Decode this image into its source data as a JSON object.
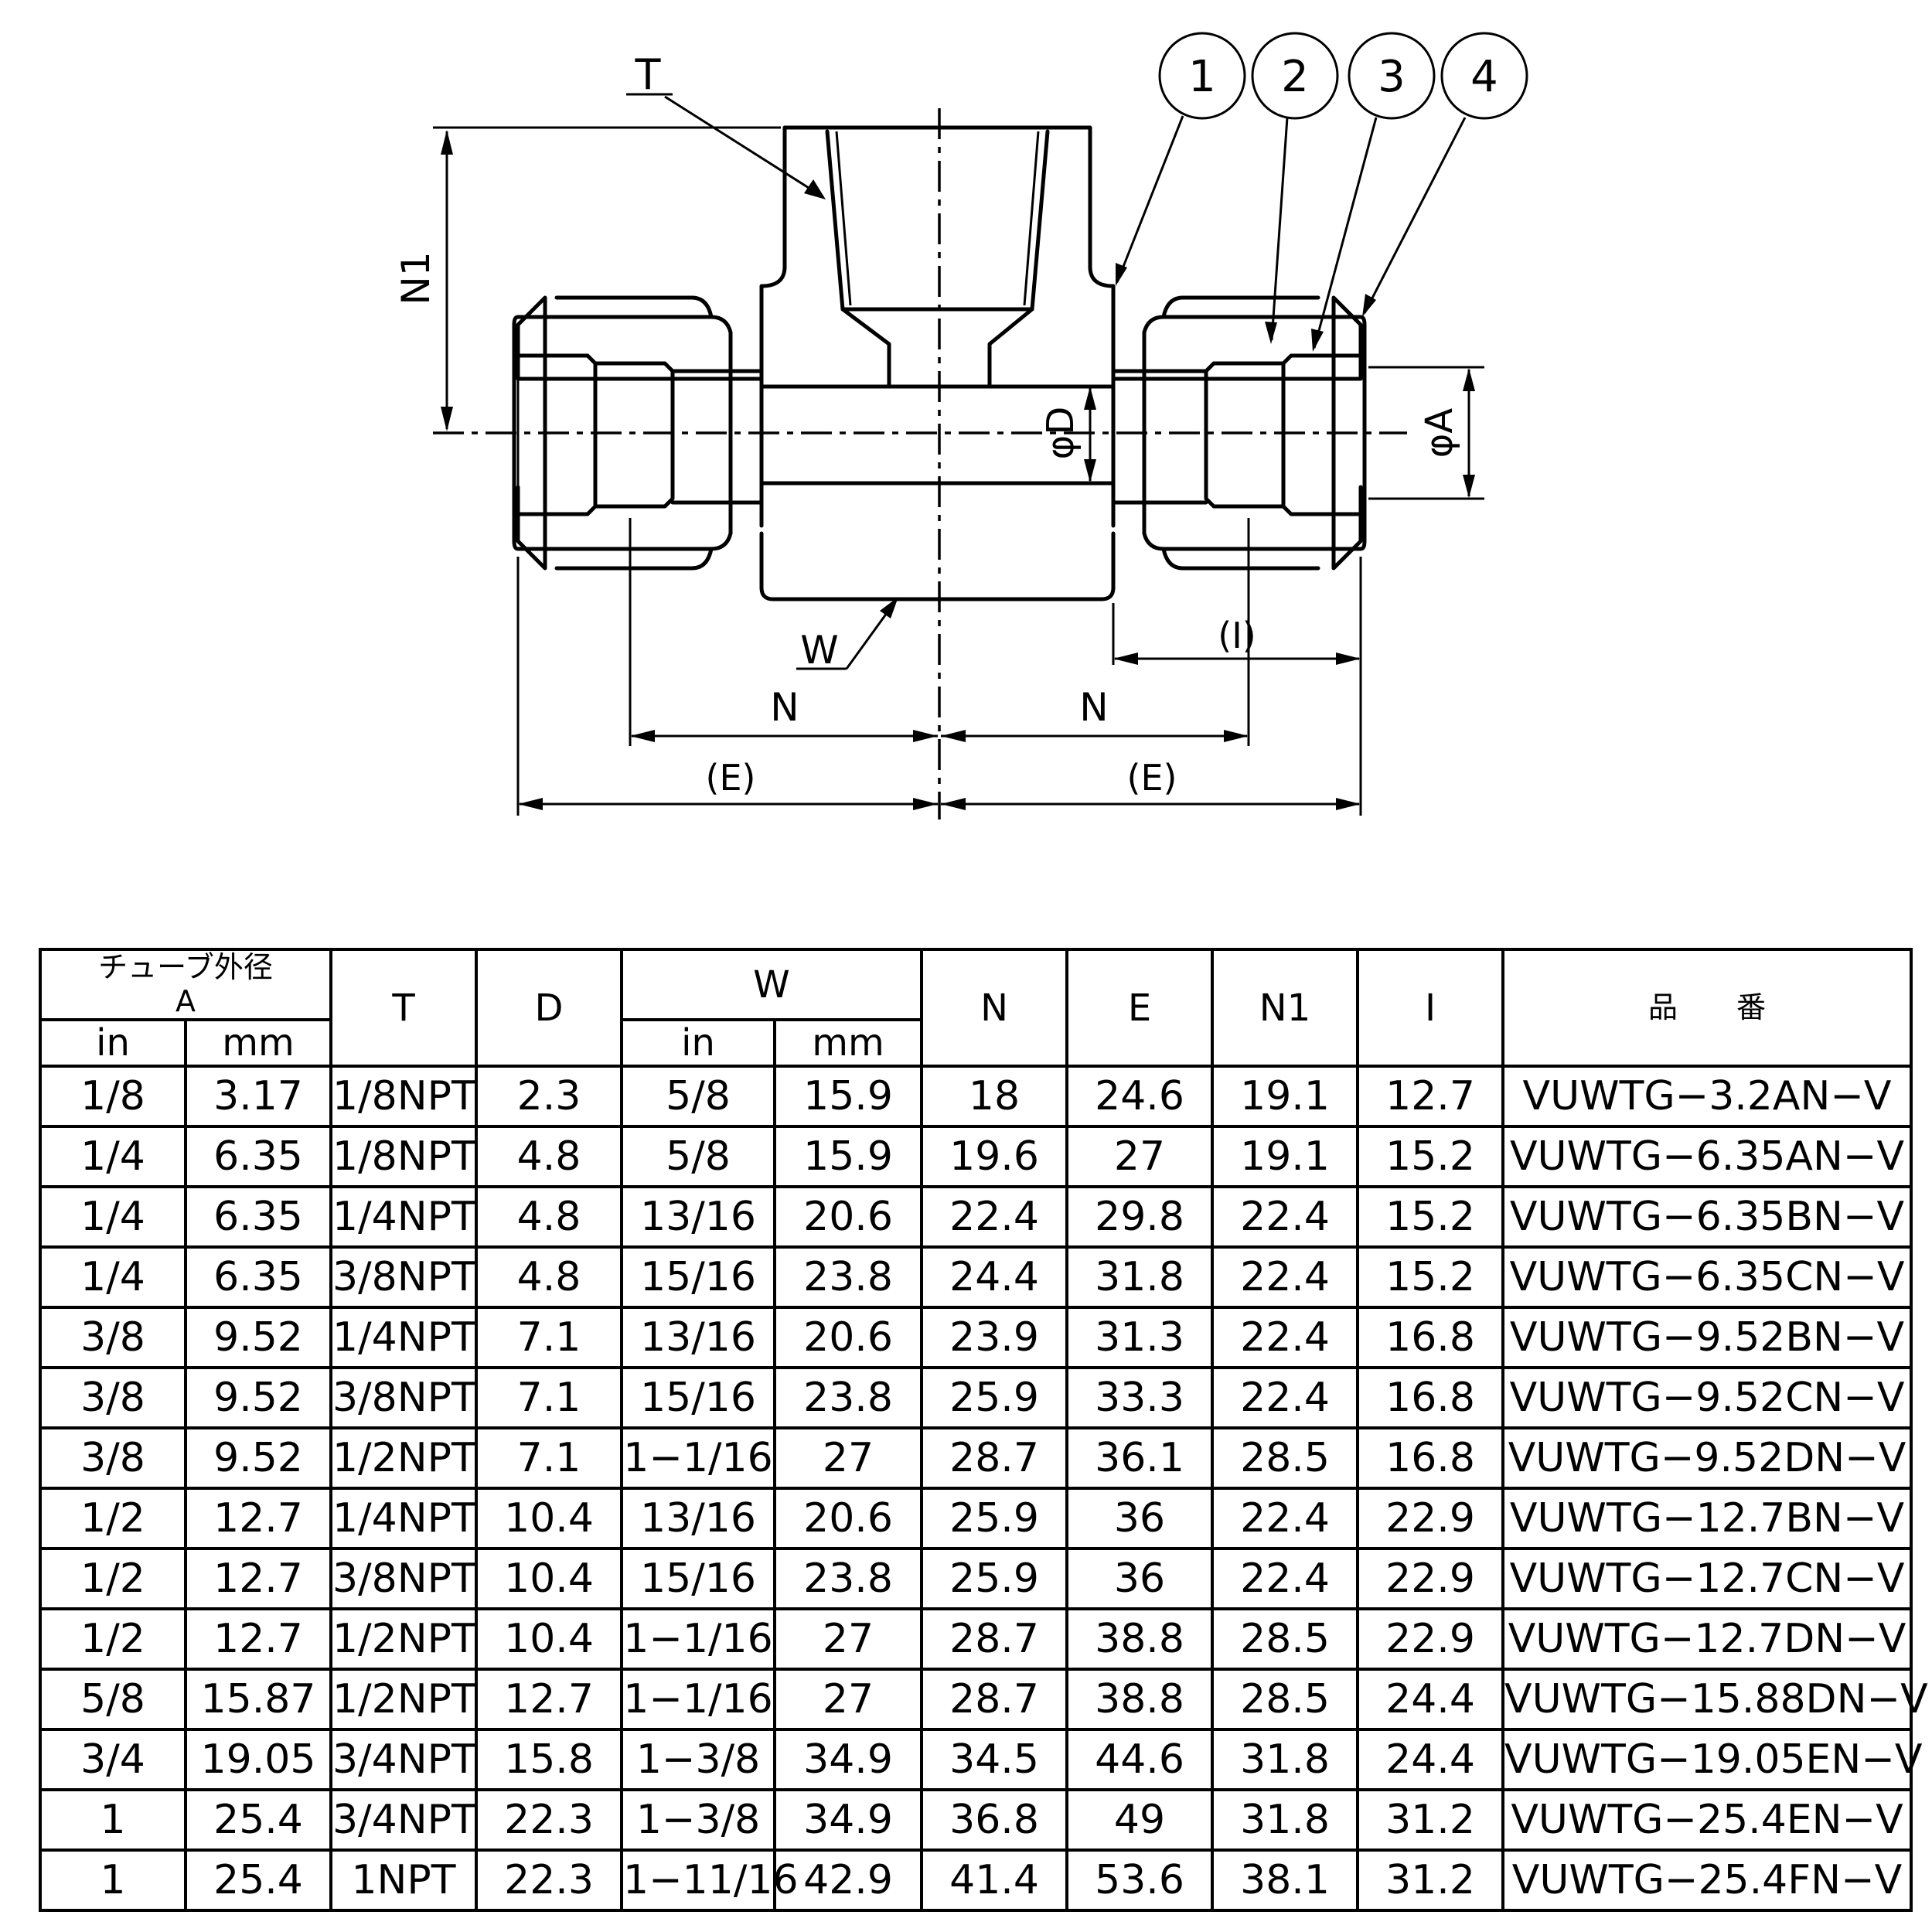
{
  "drawing": {
    "labels": {
      "t": "T",
      "n1": "N1",
      "phi_d": "φD",
      "phi_a": "φA",
      "w": "W",
      "n_left": "N",
      "n_right": "N",
      "e_left": "(E)",
      "e_right": "(E)",
      "i": "(I)"
    },
    "balloons": [
      "1",
      "2",
      "3",
      "4"
    ]
  },
  "table": {
    "headers": {
      "tube_od": "チューブ外径",
      "tube_od_sub": "A",
      "in": "in",
      "mm": "mm",
      "t": "T",
      "d": "D",
      "w": "W",
      "w_in": "in",
      "w_mm": "mm",
      "n": "N",
      "e": "E",
      "n1": "N1",
      "i": "I",
      "part_no": "品　　番"
    },
    "rows": [
      [
        "1/8",
        "3.17",
        "1/8NPT",
        "2.3",
        "5/8",
        "15.9",
        "18",
        "24.6",
        "19.1",
        "12.7",
        "VUWTG−3.2AN−V"
      ],
      [
        "1/4",
        "6.35",
        "1/8NPT",
        "4.8",
        "5/8",
        "15.9",
        "19.6",
        "27",
        "19.1",
        "15.2",
        "VUWTG−6.35AN−V"
      ],
      [
        "1/4",
        "6.35",
        "1/4NPT",
        "4.8",
        "13/16",
        "20.6",
        "22.4",
        "29.8",
        "22.4",
        "15.2",
        "VUWTG−6.35BN−V"
      ],
      [
        "1/4",
        "6.35",
        "3/8NPT",
        "4.8",
        "15/16",
        "23.8",
        "24.4",
        "31.8",
        "22.4",
        "15.2",
        "VUWTG−6.35CN−V"
      ],
      [
        "3/8",
        "9.52",
        "1/4NPT",
        "7.1",
        "13/16",
        "20.6",
        "23.9",
        "31.3",
        "22.4",
        "16.8",
        "VUWTG−9.52BN−V"
      ],
      [
        "3/8",
        "9.52",
        "3/8NPT",
        "7.1",
        "15/16",
        "23.8",
        "25.9",
        "33.3",
        "22.4",
        "16.8",
        "VUWTG−9.52CN−V"
      ],
      [
        "3/8",
        "9.52",
        "1/2NPT",
        "7.1",
        "1−1/16",
        "27",
        "28.7",
        "36.1",
        "28.5",
        "16.8",
        "VUWTG−9.52DN−V"
      ],
      [
        "1/2",
        "12.7",
        "1/4NPT",
        "10.4",
        "13/16",
        "20.6",
        "25.9",
        "36",
        "22.4",
        "22.9",
        "VUWTG−12.7BN−V"
      ],
      [
        "1/2",
        "12.7",
        "3/8NPT",
        "10.4",
        "15/16",
        "23.8",
        "25.9",
        "36",
        "22.4",
        "22.9",
        "VUWTG−12.7CN−V"
      ],
      [
        "1/2",
        "12.7",
        "1/2NPT",
        "10.4",
        "1−1/16",
        "27",
        "28.7",
        "38.8",
        "28.5",
        "22.9",
        "VUWTG−12.7DN−V"
      ],
      [
        "5/8",
        "15.87",
        "1/2NPT",
        "12.7",
        "1−1/16",
        "27",
        "28.7",
        "38.8",
        "28.5",
        "24.4",
        "VUWTG−15.88DN−V"
      ],
      [
        "3/4",
        "19.05",
        "3/4NPT",
        "15.8",
        "1−3/8",
        "34.9",
        "34.5",
        "44.6",
        "31.8",
        "24.4",
        "VUWTG−19.05EN−V"
      ],
      [
        "1",
        "25.4",
        "3/4NPT",
        "22.3",
        "1−3/8",
        "34.9",
        "36.8",
        "49",
        "31.8",
        "31.2",
        "VUWTG−25.4EN−V"
      ],
      [
        "1",
        "25.4",
        "1NPT",
        "22.3",
        "1−11/16",
        "42.9",
        "41.4",
        "53.6",
        "38.1",
        "31.2",
        "VUWTG−25.4FN−V"
      ]
    ]
  }
}
